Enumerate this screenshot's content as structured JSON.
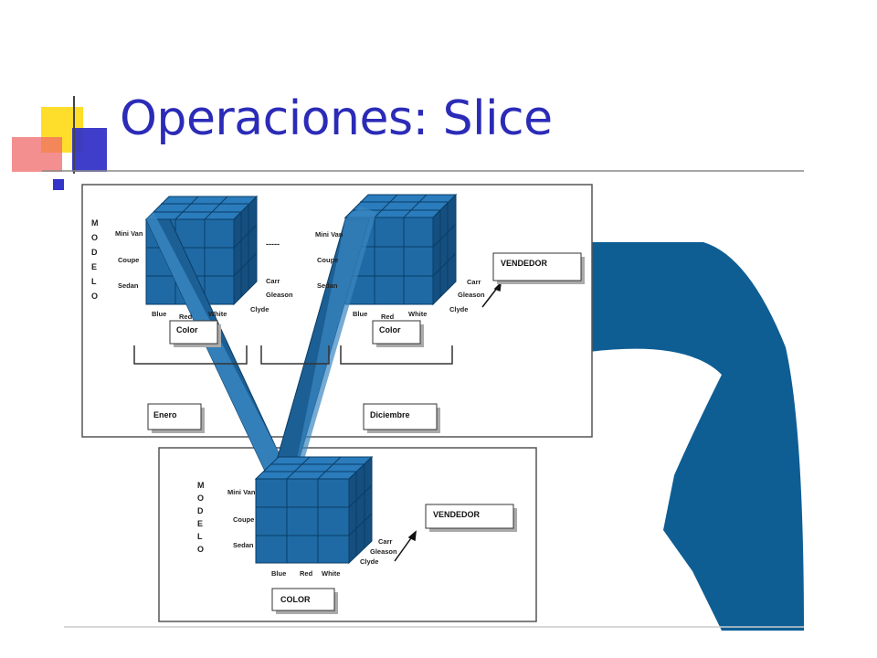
{
  "slide": {
    "title": "Operaciones: Slice"
  },
  "top_panel": {
    "left_cube": {
      "axis_modelo": [
        "M",
        "O",
        "D",
        "E",
        "L",
        "O"
      ],
      "rows": [
        "Mini Van",
        "Coupe",
        "Sedan"
      ],
      "columns": [
        "Blue",
        "Red",
        "White"
      ],
      "color_box": "Color",
      "sellers": [
        "Carr",
        "Gleason",
        "Clyde"
      ]
    },
    "ellipsis": "-----",
    "right_cube": {
      "rows": [
        "Mini Van",
        "Coupe",
        "Sedan"
      ],
      "columns": [
        "Blue",
        "Red",
        "White"
      ],
      "color_box": "Color",
      "sellers": [
        "Carr",
        "Gleason",
        "Clyde"
      ]
    },
    "vendedor_box": "VENDEDOR",
    "month_start": "Enero",
    "month_end": "Diciembre"
  },
  "bottom_panel": {
    "axis_modelo": [
      "M",
      "O",
      "D",
      "E",
      "L",
      "O"
    ],
    "rows": [
      "Mini Van",
      "Coupe",
      "Sedan"
    ],
    "columns": [
      "Blue",
      "Red",
      "White"
    ],
    "sellers": [
      "Carr",
      "Gleason",
      "Clyde"
    ],
    "vendedor_box": "VENDEDOR",
    "color_box": "COLOR"
  },
  "colors": {
    "cube": "#1f6aa5",
    "cube_dark": "#0d4f85",
    "arrow": "#0e5e94",
    "title": "#2b2bb8"
  }
}
